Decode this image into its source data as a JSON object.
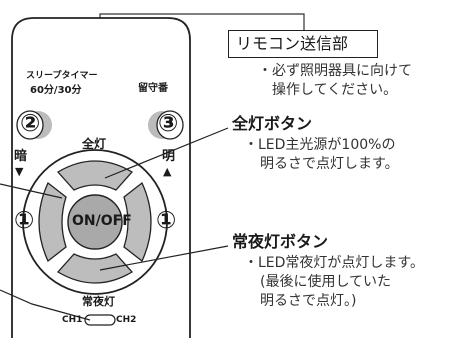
{
  "remote": {
    "sleep_timer_line1": "スリープタイマー",
    "sleep_timer_line2": "60分/30分",
    "sleep_button_num": "②",
    "rusuban_label": "留守番",
    "rusuban_button_num": "③",
    "zentou_label": "全灯",
    "dark_label": "暗",
    "bright_label": "明",
    "dark_arrow": "▼",
    "bright_arrow": "▲",
    "left_num": "①",
    "right_num": "①",
    "onoff_label": "ON/OFF",
    "joyato_label": "常夜灯",
    "ch1_label": "CH1",
    "ch2_label": "CH2"
  },
  "callouts": {
    "transmitter_title": "リモコン送信部",
    "transmitter_desc_line1": "・必ず照明器具に向けて",
    "transmitter_desc_line2": "操作してください。",
    "zentou_title": "全灯ボタン",
    "zentou_desc_line1": "・LED主光源が100%の",
    "zentou_desc_line2": "明るさで点灯します。",
    "joyato_title": "常夜灯ボタン",
    "joyato_desc_line1": "・LED常夜灯が点灯します。",
    "joyato_desc_line2": "(最後に使用していた",
    "joyato_desc_line3": "明るさで点灯。)"
  }
}
